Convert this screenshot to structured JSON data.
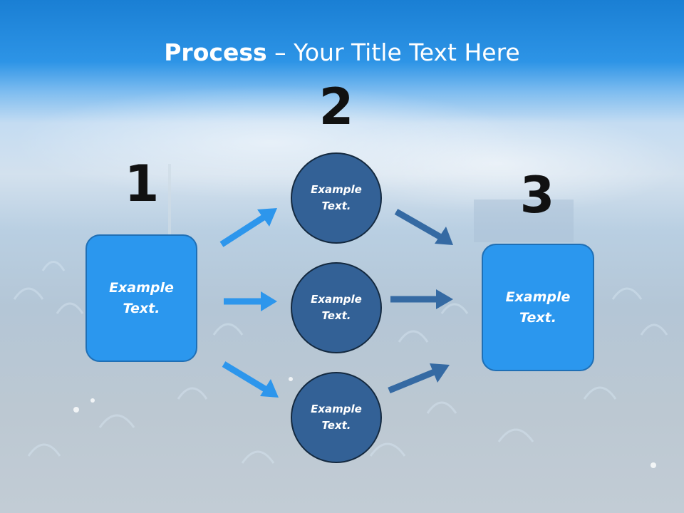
{
  "title": {
    "bold": "Process",
    "rest": " – Your Title Text Here"
  },
  "steps": [
    {
      "number": "1",
      "text_line1": "Example",
      "text_line2": "Text."
    },
    {
      "number": "2",
      "circles": [
        {
          "text_line1": "Example",
          "text_line2": "Text."
        },
        {
          "text_line1": "Example",
          "text_line2": "Text."
        },
        {
          "text_line1": "Example",
          "text_line2": "Text."
        }
      ]
    },
    {
      "number": "3",
      "text_line1": "Example",
      "text_line2": "Text."
    }
  ],
  "colors": {
    "box_fill": "#2b97ee",
    "circle_fill": "#336196",
    "arrow_light": "#2d96ec",
    "arrow_dark": "#356aa3",
    "title_band": "#1a7fd4"
  }
}
